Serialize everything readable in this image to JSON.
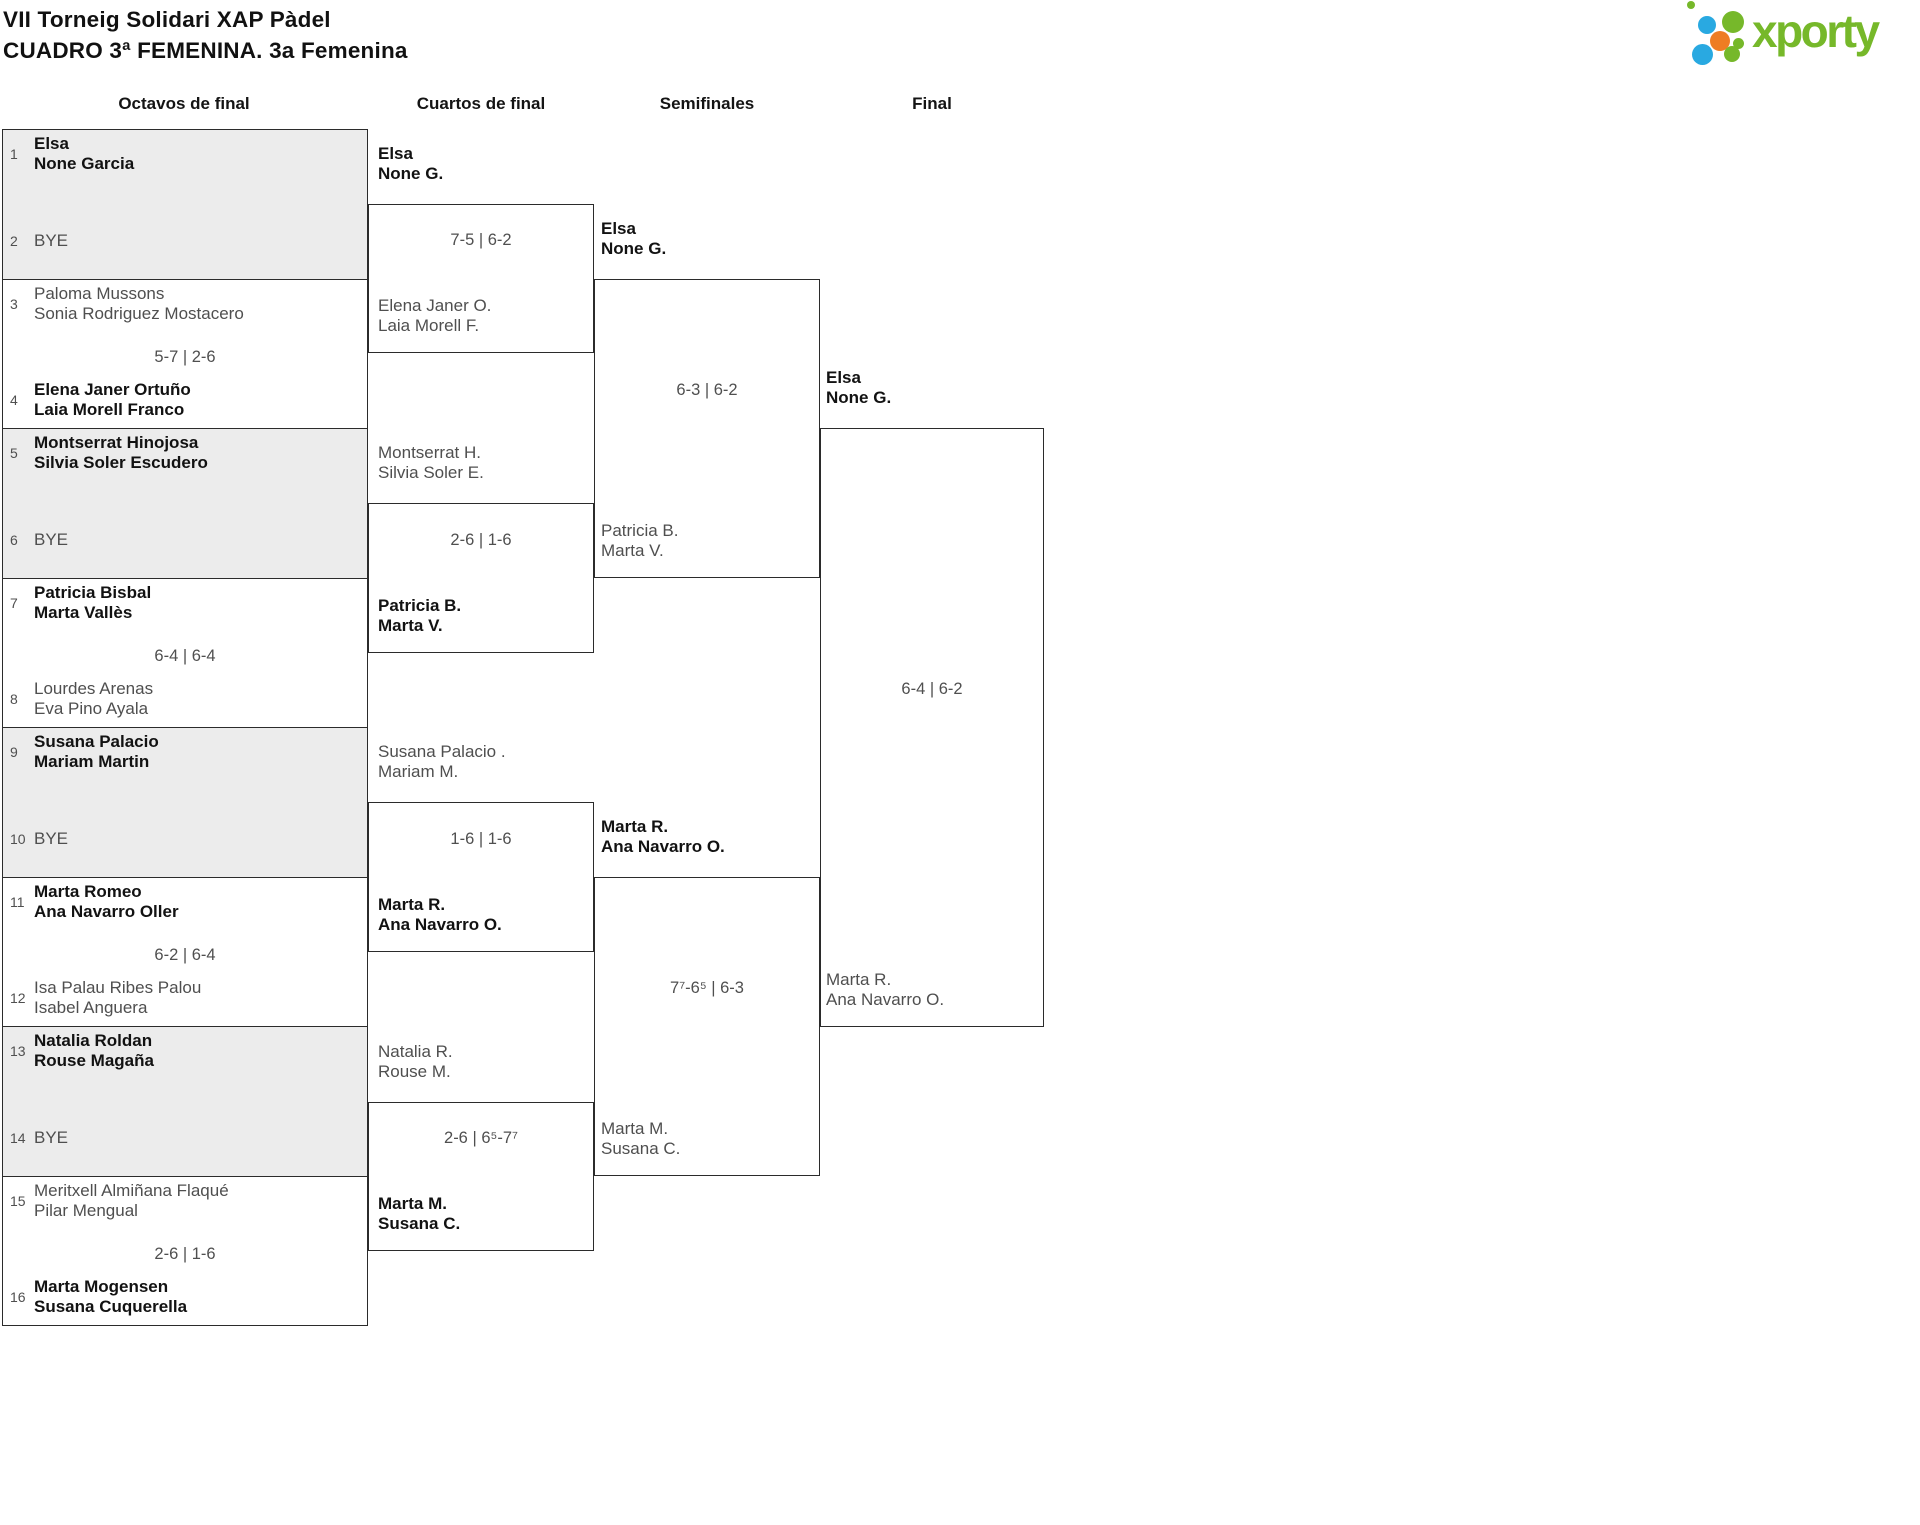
{
  "header": {
    "title_line1": "VII Torneig Solidari XAP Pàdel",
    "title_line2": "CUADRO 3ª FEMENINA. 3a Femenina",
    "logo_text": "xporty",
    "logo_colors": {
      "green": "#76b82a",
      "blue": "#29a9e1",
      "orange": "#ee7d23"
    }
  },
  "columns": {
    "r16": "Octavos de final",
    "qf": "Cuartos de final",
    "sf": "Semifinales",
    "final": "Final"
  },
  "r16": {
    "m1": {
      "box_class": "shade",
      "seed_a": "1",
      "a1": "Elsa",
      "a2": "None Garcia",
      "a_class": "win",
      "score": "",
      "seed_b": "2",
      "b1": "BYE",
      "b2": "",
      "b_class": "lose"
    },
    "m2": {
      "box_class": "",
      "seed_a": "3",
      "a1": "Paloma Mussons",
      "a2": "Sonia Rodriguez Mostacero",
      "a_class": "lose",
      "score": "5-7 | 2-6",
      "seed_b": "4",
      "b1": "Elena Janer Ortuño",
      "b2": "Laia Morell Franco",
      "b_class": "win"
    },
    "m3": {
      "box_class": "shade",
      "seed_a": "5",
      "a1": "Montserrat Hinojosa",
      "a2": "Silvia Soler Escudero",
      "a_class": "win",
      "score": "",
      "seed_b": "6",
      "b1": "BYE",
      "b2": "",
      "b_class": "lose"
    },
    "m4": {
      "box_class": "",
      "seed_a": "7",
      "a1": "Patricia Bisbal",
      "a2": "Marta Vallès",
      "a_class": "win",
      "score": "6-4 | 6-4",
      "seed_b": "8",
      "b1": "Lourdes Arenas",
      "b2": "Eva Pino Ayala",
      "b_class": "lose"
    },
    "m5": {
      "box_class": "shade",
      "seed_a": "9",
      "a1": "Susana Palacio",
      "a2": "Mariam Martin",
      "a_class": "win",
      "score": "",
      "seed_b": "10",
      "b1": "BYE",
      "b2": "",
      "b_class": "lose"
    },
    "m6": {
      "box_class": "",
      "seed_a": "11",
      "a1": "Marta Romeo",
      "a2": "Ana Navarro Oller",
      "a_class": "win",
      "score": "6-2 | 6-4",
      "seed_b": "12",
      "b1": "Isa Palau Ribes Palou",
      "b2": "Isabel Anguera",
      "b_class": "lose"
    },
    "m7": {
      "box_class": "shade",
      "seed_a": "13",
      "a1": "Natalia Roldan",
      "a2": "Rouse Magaña",
      "a_class": "win",
      "score": "",
      "seed_b": "14",
      "b1": "BYE",
      "b2": "",
      "b_class": "lose"
    },
    "m8": {
      "box_class": "last",
      "seed_a": "15",
      "a1": "Meritxell Almiñana Flaqué",
      "a2": "Pilar Mengual",
      "a_class": "lose",
      "score": "2-6 | 1-6",
      "seed_b": "16",
      "b1": "Marta Mogensen",
      "b2": "Susana Cuquerella",
      "b_class": "win"
    }
  },
  "qf": {
    "m1": {
      "t1": "Elsa",
      "t2": "None G.",
      "t_class": "win",
      "score": "7-5 | 6-2",
      "b1": "Elena Janer O.",
      "b2": "Laia Morell F.",
      "b_class": "lose"
    },
    "m2": {
      "t1": "Montserrat H.",
      "t2": "Silvia Soler E.",
      "t_class": "lose",
      "score": "2-6 | 1-6",
      "b1": "Patricia B.",
      "b2": "Marta V.",
      "b_class": "win"
    },
    "m3": {
      "t1": "Susana Palacio .",
      "t2": "Mariam M.",
      "t_class": "lose",
      "score": "1-6 | 1-6",
      "b1": "Marta R.",
      "b2": "Ana Navarro O.",
      "b_class": "win"
    },
    "m4": {
      "t1": "Natalia R.",
      "t2": "Rouse M.",
      "t_class": "lose",
      "score": "2-6 | 6⁵-7⁷",
      "b1": "Marta M.",
      "b2": "Susana C.",
      "b_class": "win"
    }
  },
  "sf": {
    "m1": {
      "t1": "Elsa",
      "t2": "None G.",
      "t_class": "win",
      "score": "6-3 | 6-2",
      "b1": "Patricia B.",
      "b2": "Marta V.",
      "b_class": "lose"
    },
    "m2": {
      "t1": "Marta R.",
      "t2": "Ana Navarro O.",
      "t_class": "win",
      "score": "7⁷-6⁵ | 6-3",
      "b1": "Marta M.",
      "b2": "Susana C.",
      "b_class": "lose"
    }
  },
  "final": {
    "t1": "Elsa",
    "t2": "None G.",
    "t_class": "win",
    "score": "6-4 | 6-2",
    "b1": "Marta R.",
    "b2": "Ana Navarro O.",
    "b_class": "lose"
  }
}
